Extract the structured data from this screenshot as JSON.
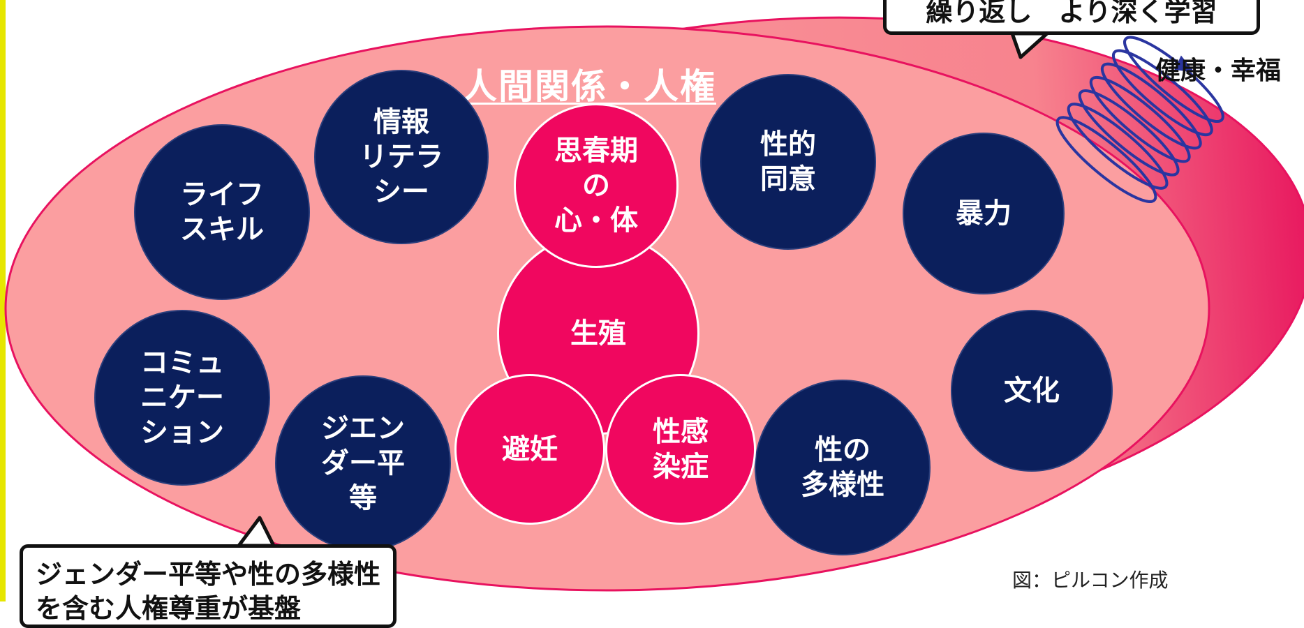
{
  "ellipse_title": "人間関係・人権",
  "outer_label": "健康・幸福",
  "credit": "図：ピルコン作成",
  "callouts": {
    "top": "繰り返し　より深く学習",
    "bottom": "ジェンダー平等や性の多様性を含む人権尊重が基盤"
  },
  "navy_topics": [
    {
      "id": "info",
      "label": "情報\nリテラ\nシー"
    },
    {
      "id": "life",
      "label": "ライフ\nスキル"
    },
    {
      "id": "comm",
      "label": "コミュ\nニケー\nション"
    },
    {
      "id": "gender",
      "label": "ジエン\nダー平\n等"
    },
    {
      "id": "consent",
      "label": "性的\n同意"
    },
    {
      "id": "violence",
      "label": "暴力"
    },
    {
      "id": "culture",
      "label": "文化"
    },
    {
      "id": "diversity",
      "label": "性の\n多様性"
    }
  ],
  "pink_topics": [
    {
      "id": "puberty",
      "label": "思春期\nの\n心・体"
    },
    {
      "id": "reproduction",
      "label": "生殖"
    },
    {
      "id": "contraception",
      "label": "避妊"
    },
    {
      "id": "sti",
      "label": "性感\n染症"
    }
  ],
  "colors": {
    "navy": "#0b1f5c",
    "pink": "#f0075f",
    "ellipse_fill": "#fb9ea0",
    "ellipse_border": "#e8125f",
    "spiral": "#2a35a0"
  },
  "icons": [
    "spiral-arrow-icon"
  ]
}
